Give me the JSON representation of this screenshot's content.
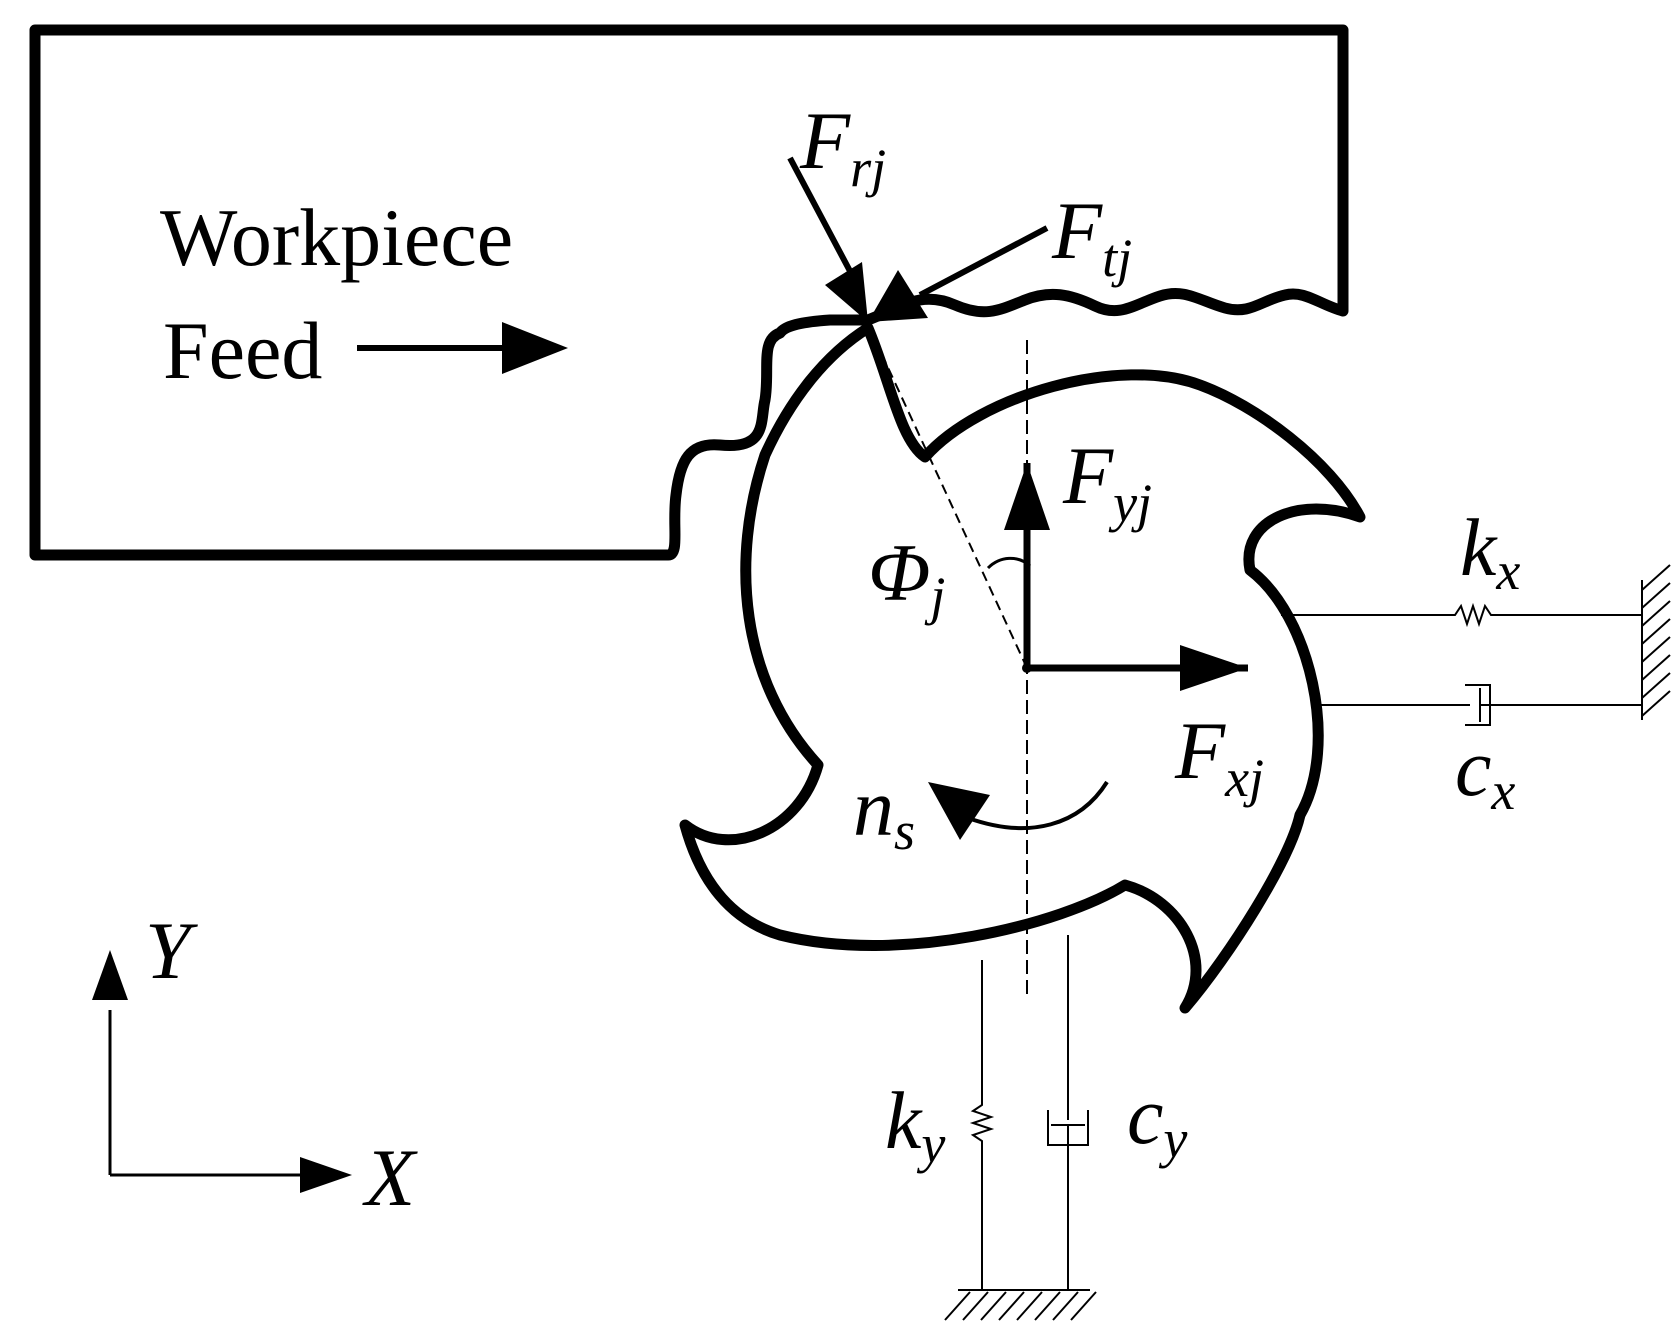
{
  "labels": {
    "workpiece": "Workpiece",
    "feed": "Feed",
    "radial_force": {
      "main": "F",
      "sub": "rj"
    },
    "tangential_force": {
      "main": "F",
      "sub": "tj"
    },
    "y_force": {
      "main": "F",
      "sub": "yj"
    },
    "x_force": {
      "main": "F",
      "sub": "xj"
    },
    "angle": {
      "main": "Φ",
      "sub": "j"
    },
    "spindle_speed": {
      "main": "n",
      "sub": "s"
    },
    "stiffness_x": {
      "main": "k",
      "sub": "x"
    },
    "damping_x": {
      "main": "c",
      "sub": "x"
    },
    "stiffness_y": {
      "main": "k",
      "sub": "y"
    },
    "damping_y": {
      "main": "c",
      "sub": "y"
    },
    "axis_y": "Y",
    "axis_x": "X"
  },
  "colors": {
    "ink": "#000000",
    "background": "#ffffff"
  }
}
